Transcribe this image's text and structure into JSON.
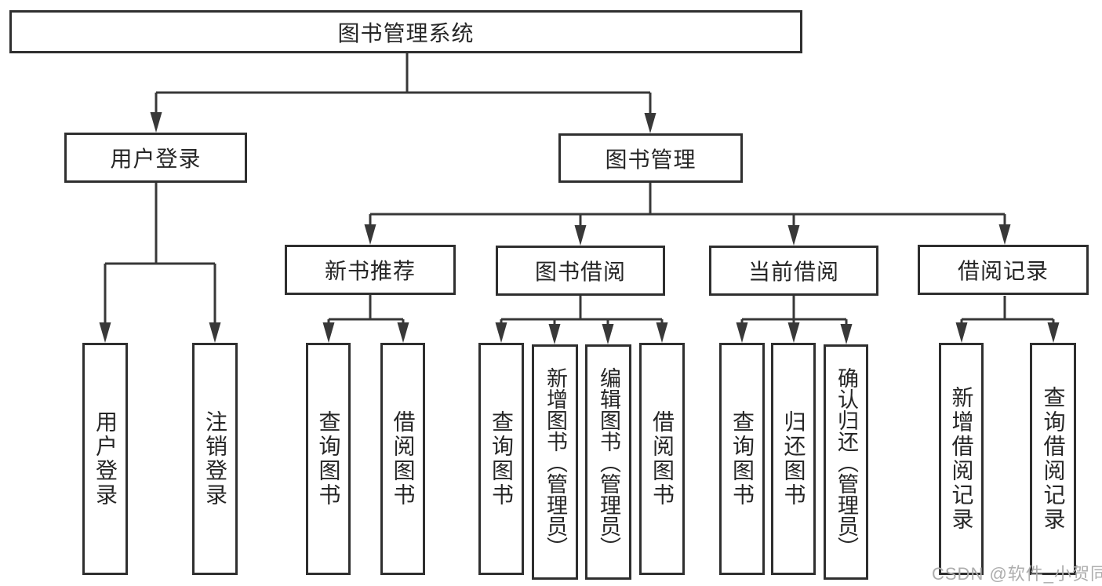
{
  "diagram": {
    "colors": {
      "line": "#383838",
      "border": "#2f2f2f",
      "text": "#262626",
      "background": "#ffffff",
      "watermark": "#adadad"
    },
    "nodes": {
      "root": {
        "label": "图书管理系统"
      },
      "level2": [
        {
          "label": "用户登录"
        },
        {
          "label": "图书管理"
        }
      ],
      "level3": [
        {
          "label": "新书推荐"
        },
        {
          "label": "图书借阅"
        },
        {
          "label": "当前借阅"
        },
        {
          "label": "借阅记录"
        }
      ],
      "level4": [
        {
          "label": "用户登录"
        },
        {
          "label": "注销登录"
        },
        {
          "label": "查询图书"
        },
        {
          "label": "借阅图书"
        },
        {
          "label": "查询图书"
        },
        {
          "label": "新增图书（管理员）"
        },
        {
          "label": "编辑图书（管理员）"
        },
        {
          "label": "借阅图书"
        },
        {
          "label": "查询图书"
        },
        {
          "label": "归还图书"
        },
        {
          "label": "确认归还（管理员）"
        },
        {
          "label": "新增借阅记录"
        },
        {
          "label": "查询借阅记录"
        }
      ]
    },
    "watermark": "CSDN @软件_小贺同学"
  }
}
